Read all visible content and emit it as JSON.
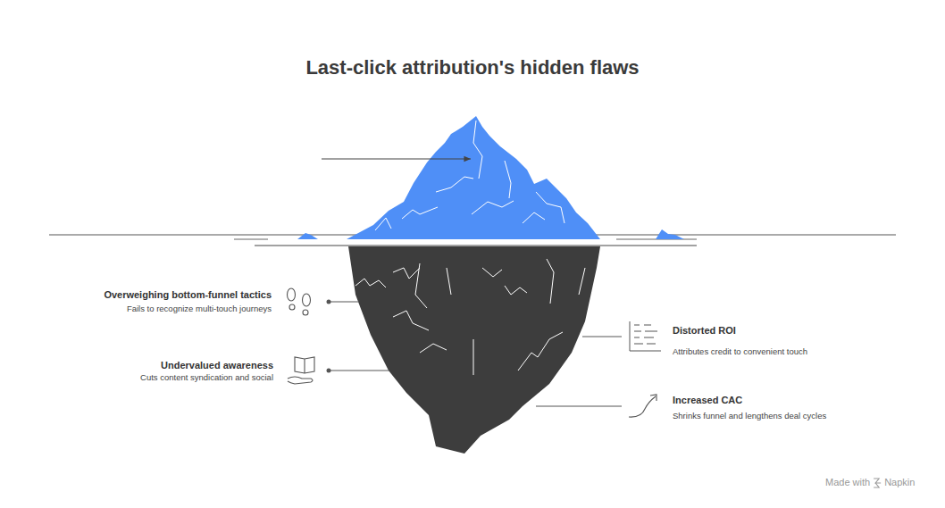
{
  "diagram": {
    "title": "Last-click attribution's hidden flaws",
    "labels": [
      "Overweighing bottom-funnel tactics",
      "Fails to recognize multi-touch journeys",
      "Undervalued awareness",
      "Cuts content syndication and social",
      "Distorted ROI",
      "Attributes credit to convenient touch",
      "Increased CAC",
      "Shrinks funnel and lengthens deal cycles",
      "Made with",
      "Napkin"
    ]
  }
}
